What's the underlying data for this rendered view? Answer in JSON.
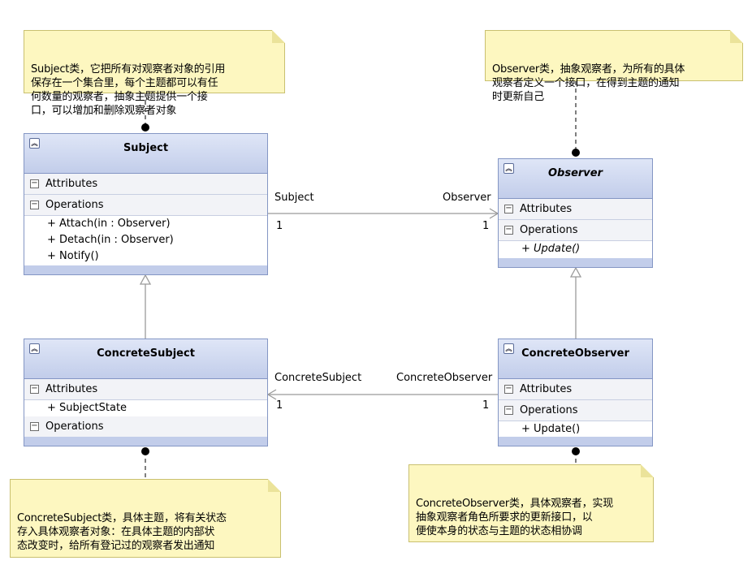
{
  "notes": {
    "subject": "Subject类，它把所有对观察者对象的引用\n保存在一个集合里，每个主题都可以有任\n何数量的观察者，抽象主题提供一个接\n口，可以增加和删除观察者对象",
    "observer": "Observer类，抽象观察者，为所有的具体\n观察者定义一个接口，在得到主题的通知\n时更新自己",
    "concrete_subject": "ConcreteSubject类，具体主题，将有关状态\n存入具体观察者对象：在具体主题的内部状\n态改变时，给所有登记过的观察者发出通知",
    "concrete_observer": "ConcreteObserver类，具体观察者，实现\n抽象观察者角色所要求的更新接口，以\n便使本身的状态与主题的状态相协调"
  },
  "classes": {
    "subject": {
      "name": "Subject",
      "attributes_label": "Attributes",
      "operations_label": "Operations",
      "operations": [
        "+ Attach(in : Observer)",
        "+ Detach(in : Observer)",
        "+ Notify()"
      ]
    },
    "observer": {
      "name": "Observer",
      "attributes_label": "Attributes",
      "operations_label": "Operations",
      "operations": [
        "+ Update()"
      ]
    },
    "concrete_subject": {
      "name": "ConcreteSubject",
      "attributes_label": "Attributes",
      "attributes": [
        "+ SubjectState"
      ],
      "operations_label": "Operations"
    },
    "concrete_observer": {
      "name": "ConcreteObserver",
      "attributes_label": "Attributes",
      "operations_label": "Operations",
      "operations": [
        "+ Update()"
      ]
    }
  },
  "associations": {
    "top": {
      "source_role": "Subject",
      "source_mult": "1",
      "target_role": "Observer",
      "target_mult": "1"
    },
    "bottom": {
      "source_role": "ConcreteSubject",
      "source_mult": "1",
      "target_role": "ConcreteObserver",
      "target_mult": "1"
    }
  },
  "colors": {
    "note_fill": "#fdf7c0",
    "class_header": "#c2cdea",
    "class_border": "#8496c4",
    "connector": "#9a9a9a"
  }
}
